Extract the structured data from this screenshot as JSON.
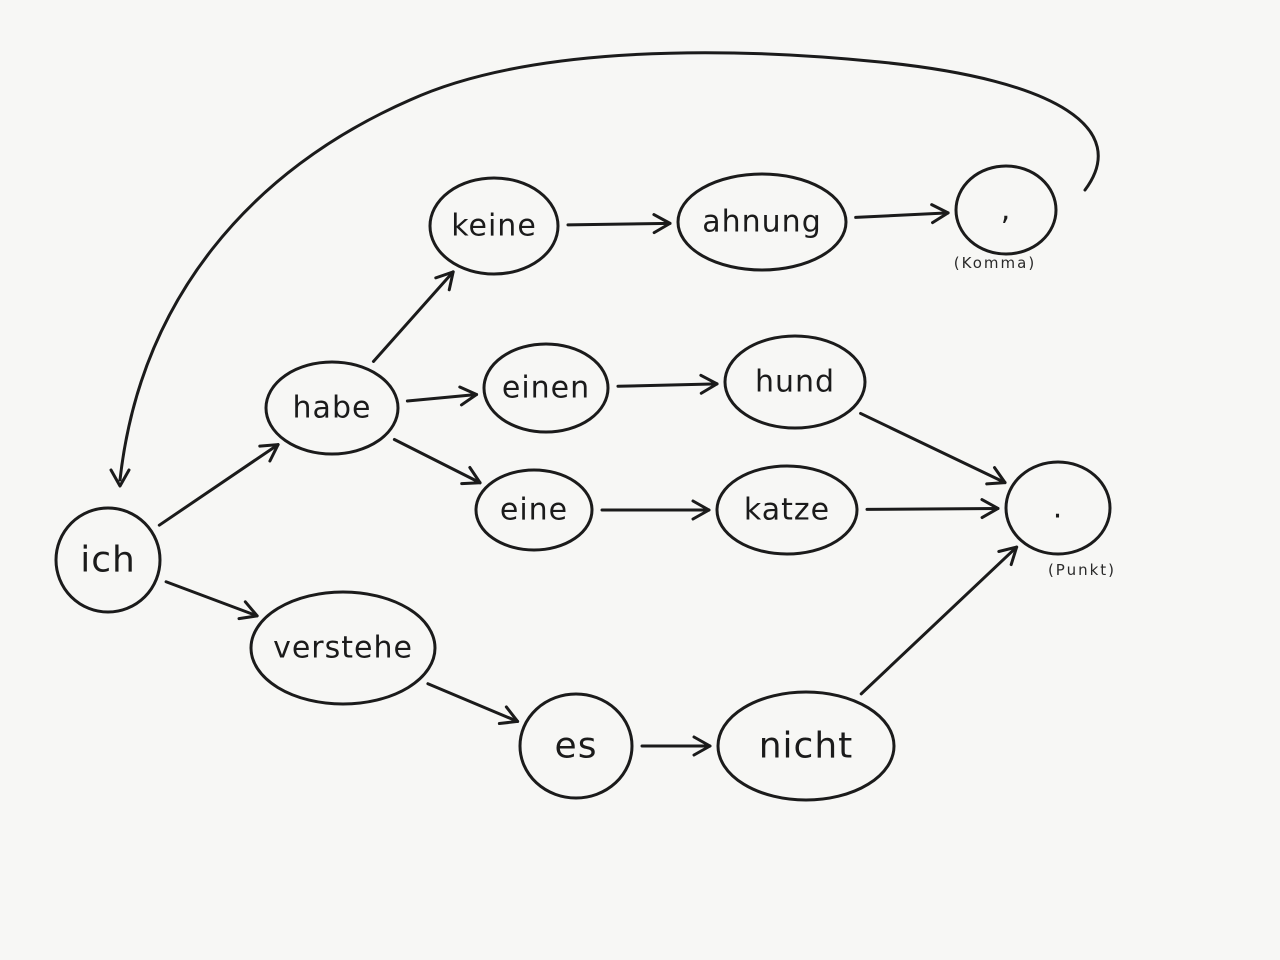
{
  "nodes": [
    {
      "id": "ich",
      "label": "ich"
    },
    {
      "id": "habe",
      "label": "habe"
    },
    {
      "id": "keine",
      "label": "keine"
    },
    {
      "id": "ahnung",
      "label": "ahnung"
    },
    {
      "id": "komma",
      "label": ",",
      "note": "(Komma)"
    },
    {
      "id": "einen",
      "label": "einen"
    },
    {
      "id": "hund",
      "label": "hund"
    },
    {
      "id": "eine",
      "label": "eine"
    },
    {
      "id": "katze",
      "label": "katze"
    },
    {
      "id": "punkt",
      "label": ".",
      "note": "(Punkt)"
    },
    {
      "id": "verstehe",
      "label": "verstehe"
    },
    {
      "id": "es",
      "label": "es"
    },
    {
      "id": "nicht",
      "label": "nicht"
    }
  ],
  "edges": [
    {
      "from": "ich",
      "to": "habe"
    },
    {
      "from": "ich",
      "to": "verstehe"
    },
    {
      "from": "habe",
      "to": "keine"
    },
    {
      "from": "habe",
      "to": "einen"
    },
    {
      "from": "habe",
      "to": "eine"
    },
    {
      "from": "keine",
      "to": "ahnung"
    },
    {
      "from": "ahnung",
      "to": "komma"
    },
    {
      "from": "komma",
      "to": "ich"
    },
    {
      "from": "einen",
      "to": "hund"
    },
    {
      "from": "hund",
      "to": "punkt"
    },
    {
      "from": "eine",
      "to": "katze"
    },
    {
      "from": "katze",
      "to": "punkt"
    },
    {
      "from": "verstehe",
      "to": "es"
    },
    {
      "from": "es",
      "to": "nicht"
    },
    {
      "from": "nicht",
      "to": "punkt"
    }
  ]
}
